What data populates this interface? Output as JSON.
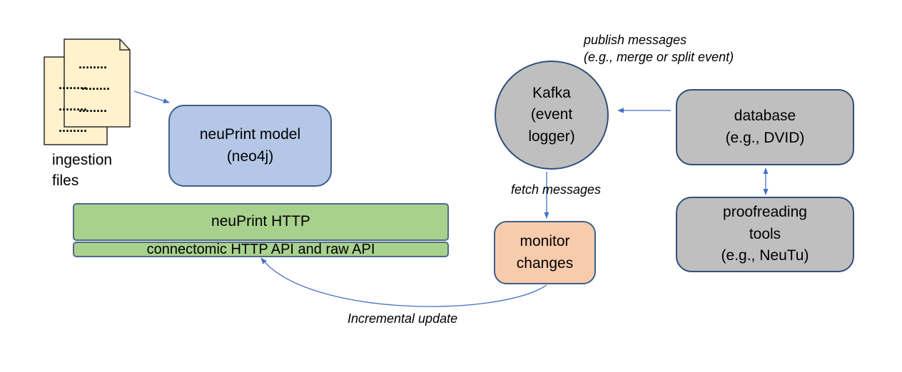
{
  "ingestion": {
    "label": "ingestion\nfiles"
  },
  "neuprint_model": {
    "label": "neuPrint model\n(neo4j)"
  },
  "neuprint_http": {
    "label": "neuPrint HTTP"
  },
  "connectomic_api": {
    "label": "connectomic HTTP API and raw API"
  },
  "kafka": {
    "label": "Kafka\n(event\nlogger)"
  },
  "database": {
    "label": "database\n(e.g., DVID)"
  },
  "proofreading": {
    "label": "proofreading\ntools\n(e.g., NeuTu)"
  },
  "monitor": {
    "label": "monitor\nchanges"
  },
  "annotations": {
    "publish": "publish messages\n(e.g., merge or split event)",
    "fetch": "fetch messages",
    "incremental": "Incremental update"
  },
  "file_dots": [
    "........",
    "........",
    "........",
    "........",
    "........",
    "........"
  ],
  "colors": {
    "model": "#b4c7e7",
    "http": "#a9d18e",
    "grey": "#bfbfbf",
    "monitor": "#f8cbad",
    "file": "#fff2cc",
    "arrow": "#4472c4"
  }
}
